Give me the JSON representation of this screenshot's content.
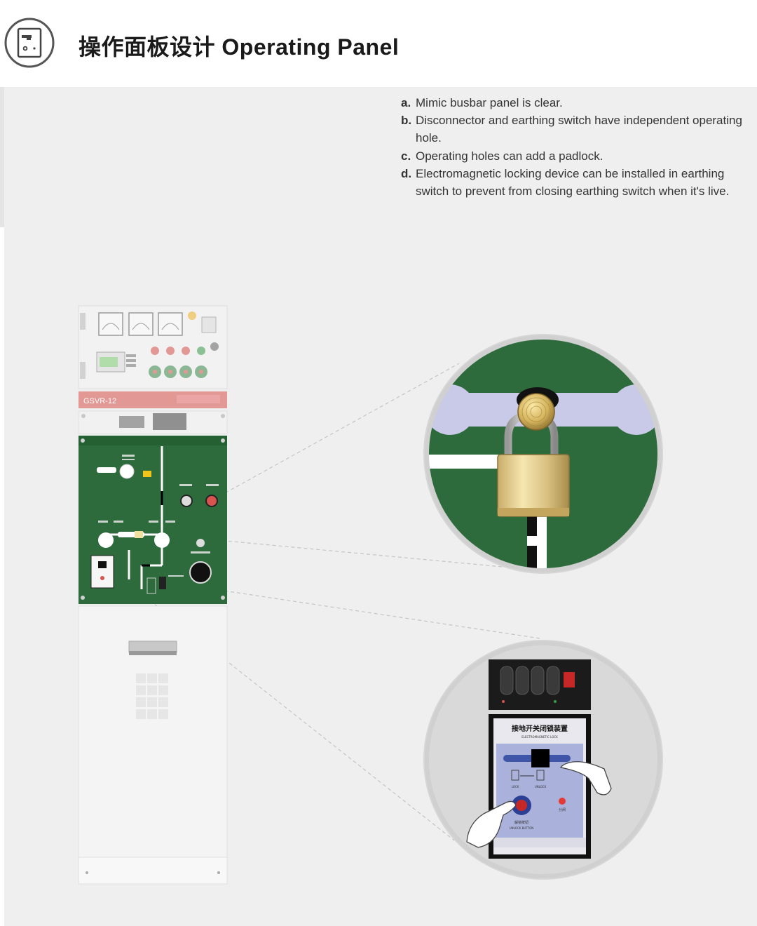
{
  "header": {
    "title": "操作面板设计 Operating Panel",
    "icon": "panel-icon"
  },
  "features": [
    {
      "marker": "a.",
      "text": "Mimic busbar panel is clear."
    },
    {
      "marker": "b.",
      "text": "Disconnector and earthing switch have independent operating hole."
    },
    {
      "marker": "c.",
      "text": "Operating holes can add a padlock."
    },
    {
      "marker": "d.",
      "text": "Electromagnetic locking device can be installed in earthing switch to prevent from closing earthing switch when it's live."
    }
  ],
  "cabinet": {
    "model_label": "GSVR-12"
  },
  "lock_device": {
    "title_cn": "接地开关闭锁装置",
    "title_en": "ELECTROMAGNETIC LOCK",
    "lock_label": "LOCK",
    "unlock_label": "UNLOCK",
    "unlock_cn": "分闸",
    "unlock_button_cn": "解锁按钮",
    "unlock_button_en": "UNLOCK BUTTON"
  },
  "colors": {
    "panel_green": "#2e6b3c",
    "background": "#efefef",
    "brand_red": "#d9534f",
    "device_blue": "#aab2dc"
  }
}
